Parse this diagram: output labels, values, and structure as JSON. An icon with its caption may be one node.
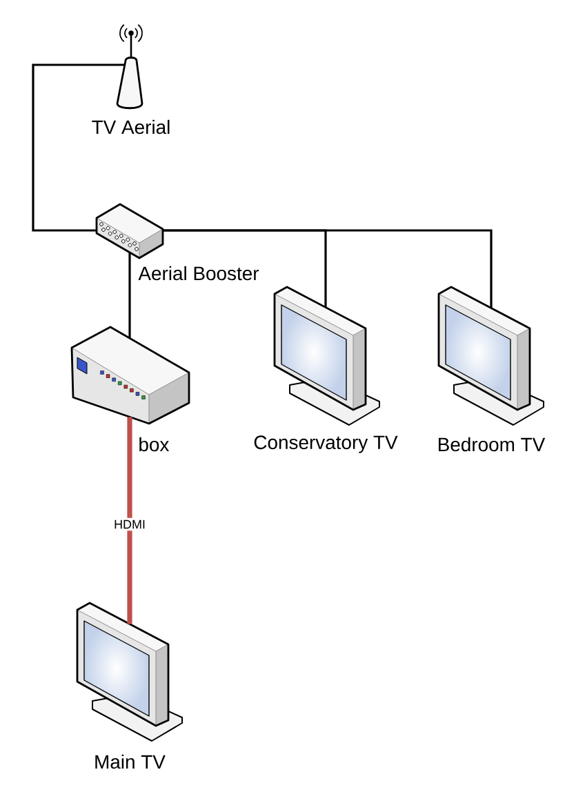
{
  "diagram": {
    "nodes": [
      {
        "text": [
          "TV Aerial"
        ]
      },
      {
        "text": [
          "Aerial Booster"
        ]
      },
      {
        "text": [
          "box"
        ]
      },
      {
        "text": [
          "Conservatory TV"
        ]
      },
      {
        "text": [
          "Bedroom TV"
        ]
      },
      {
        "text": [
          "Main TV"
        ]
      }
    ],
    "edges": [
      {
        "from": 0,
        "to": 1,
        "arrow": "none"
      },
      {
        "from": 1,
        "to": 2,
        "arrow": "none"
      },
      {
        "from": 1,
        "to": 3,
        "arrow": "none"
      },
      {
        "from": 1,
        "to": 4,
        "arrow": "none"
      },
      {
        "from": 2,
        "to": 5,
        "arrow": "none",
        "label": "HDMI",
        "style": "thick",
        "color": "#c0504d"
      }
    ]
  }
}
